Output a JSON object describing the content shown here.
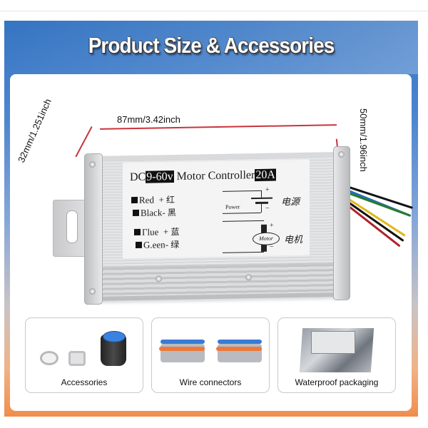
{
  "header": {
    "title": "Product Size & Accessories"
  },
  "dimensions": {
    "length": "87mm/3.42inch",
    "height": "32mm/1.251inch",
    "width": "50mm/1.96inch"
  },
  "product_label": {
    "prefix": "DC",
    "voltage": "9-60v",
    "name": " Motor Controller",
    "current": "20A",
    "wires": [
      {
        "color": "Red",
        "sign": "+",
        "cn": "红"
      },
      {
        "color": "Black",
        "sign": "-",
        "cn": "黑"
      },
      {
        "color": "Γlue",
        "sign": "+",
        "cn": "蓝"
      },
      {
        "color": "G.een",
        "sign": "-",
        "cn": "绿"
      }
    ],
    "power_label": "Power",
    "power_cn": "电源",
    "motor_label": "Motor",
    "motor_cn": "电机",
    "plus": "+",
    "minus": "−"
  },
  "wire_colors": [
    "#111111",
    "#1e6fc2",
    "#2a7a2a",
    "#e0b81c",
    "#111111",
    "#b0222a"
  ],
  "accessories": [
    {
      "label": "Accessories",
      "icon": "knob-and-washers-icon"
    },
    {
      "label": "Wire connectors",
      "icon": "lever-connector-icon"
    },
    {
      "label": "Waterproof packaging",
      "icon": "sealed-bag-icon"
    }
  ],
  "colors": {
    "frame_top": "#3574c2",
    "frame_bottom": "#f08d4c",
    "dimension_line": "#c9343b"
  }
}
